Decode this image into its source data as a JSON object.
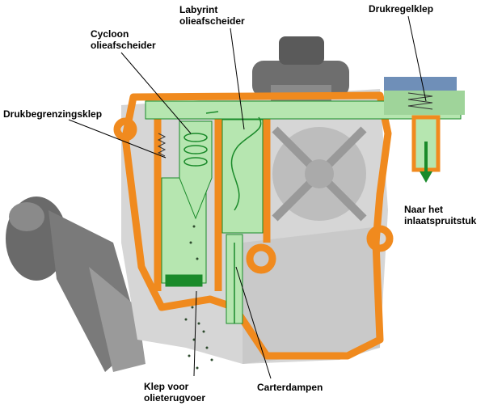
{
  "labels": {
    "labyrinth_line1": "Labyrint",
    "labyrinth_line2": "olieafscheider",
    "cyclone_line1": "Cycloon",
    "cyclone_line2": "olieafscheider",
    "pressure_regulator": "Drukregelklep",
    "pressure_limiter": "Drukbegrenzingsklep",
    "intake_line1": "Naar het",
    "intake_line2": "inlaatspruitstuk",
    "return_valve_line1": "Klep voor",
    "return_valve_line2": "olieterugvoer",
    "crankcase_vapors": "Carterdampen"
  },
  "colors": {
    "housing": "#c8c8c8",
    "outline": "#f08a1e",
    "channel": "#b6e6b0",
    "flow": "#1a8a2a",
    "valve_blue": "#6f8fb8"
  }
}
